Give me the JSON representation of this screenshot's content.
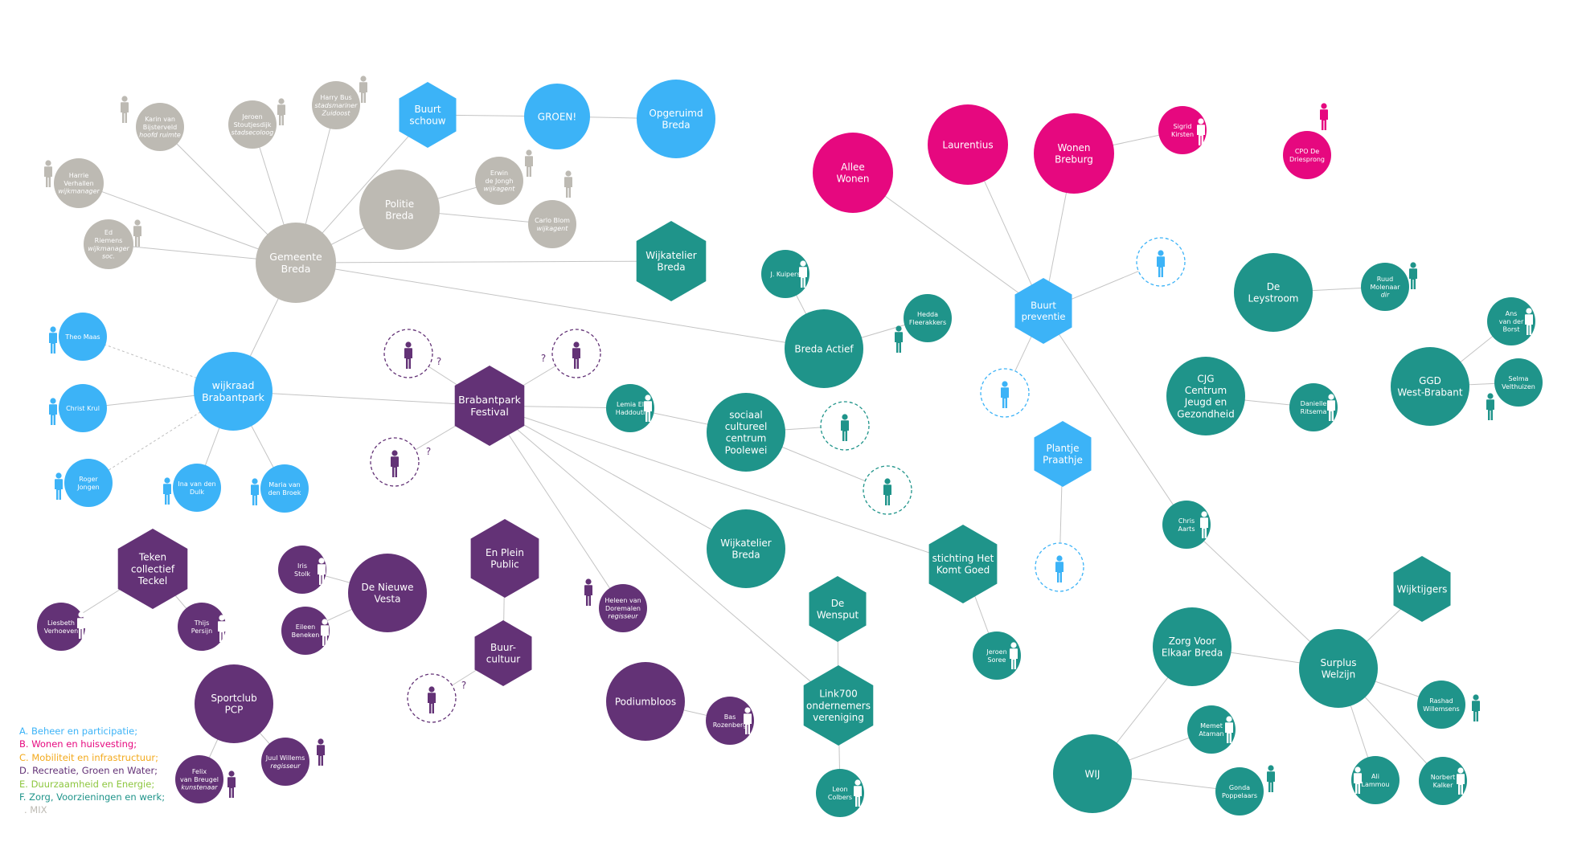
{
  "colors": {
    "gray": "#bdbab3",
    "blue": "#3cb3f7",
    "pink": "#e6087f",
    "purple": "#633276",
    "teal": "#1f948a",
    "line": "#c4c4c4",
    "lineDash": "#bfbfbf",
    "legend_a": "#3cb3f7",
    "legend_b": "#e6087f",
    "legend_c": "#f3aa1d",
    "legend_d": "#633276",
    "legend_e": "#8dc63f",
    "legend_f": "#1f948a",
    "legend_mix": "#bdbab3"
  },
  "legend": [
    {
      "text": "A. Beheer en participatie;",
      "color": "#3cb3f7"
    },
    {
      "text": "B. Wonen en huisvesting;",
      "color": "#e6087f"
    },
    {
      "text": "C. Mobiliteit en infrastructuur;",
      "color": "#f3aa1d"
    },
    {
      "text": "D. Recreatie, Groen en Water;",
      "color": "#633276"
    },
    {
      "text": "E. Duurzaamheid en Energie;",
      "color": "#8dc63f"
    },
    {
      "text": "F. Zorg, Voorzieningen en werk;",
      "color": "#1f948a"
    },
    {
      "text": ". MIX",
      "color": "#bdbab3"
    }
  ],
  "question_mark": "?",
  "nodes": [
    {
      "id": "gemeente",
      "lines": [
        "Gemeente",
        "Breda"
      ],
      "color": "gray"
    },
    {
      "id": "karin",
      "lines": [
        "Karin van",
        "Bijsterveld",
        "hoofd ruimte"
      ],
      "italic": [
        2
      ],
      "color": "gray"
    },
    {
      "id": "jeroen_s",
      "lines": [
        "Jeroen",
        "Stoutjesdijk",
        "stadsecoloog"
      ],
      "italic": [
        2
      ],
      "color": "gray"
    },
    {
      "id": "harry",
      "lines": [
        "Harry Bus",
        "stadsmariner",
        "Zuidoost"
      ],
      "italic": [
        1,
        2
      ],
      "color": "gray"
    },
    {
      "id": "harrie",
      "lines": [
        "Harrie",
        "Verhallen",
        "wijkmanager"
      ],
      "italic": [
        2
      ],
      "color": "gray"
    },
    {
      "id": "ed",
      "lines": [
        "Ed",
        "Riemens",
        "wijkmanager",
        "soc."
      ],
      "italic": [
        2,
        3
      ],
      "color": "gray"
    },
    {
      "id": "politie",
      "lines": [
        "Politie",
        "Breda"
      ],
      "color": "gray"
    },
    {
      "id": "erwin",
      "lines": [
        "Erwin",
        "de Jongh",
        "wijkagent"
      ],
      "italic": [
        2
      ],
      "color": "gray"
    },
    {
      "id": "carlo",
      "lines": [
        "Carlo Blom",
        "wijkagent"
      ],
      "italic": [
        1
      ],
      "color": "gray"
    },
    {
      "id": "buurtschouw",
      "lines": [
        "Buurt",
        "schouw"
      ],
      "color": "blue"
    },
    {
      "id": "groen",
      "lines": [
        "GROEN!"
      ],
      "color": "blue"
    },
    {
      "id": "opgeruimd",
      "lines": [
        "Opgeruimd",
        "Breda"
      ],
      "color": "blue"
    },
    {
      "id": "wijkraad",
      "lines": [
        "wijkraad",
        "Brabantpark"
      ],
      "color": "blue"
    },
    {
      "id": "theo",
      "lines": [
        "Theo Maas"
      ],
      "color": "blue"
    },
    {
      "id": "christ",
      "lines": [
        "Christ Krul"
      ],
      "color": "blue"
    },
    {
      "id": "roger",
      "lines": [
        "Roger",
        "Jongen"
      ],
      "color": "blue"
    },
    {
      "id": "ina",
      "lines": [
        "Ina van den",
        "Dulk"
      ],
      "color": "blue"
    },
    {
      "id": "maria",
      "lines": [
        "Maria van",
        "den Broek"
      ],
      "color": "blue"
    },
    {
      "id": "buurtpreventie",
      "lines": [
        "Buurt",
        "preventie"
      ],
      "color": "blue"
    },
    {
      "id": "plantje",
      "lines": [
        "Plantje",
        "Praathje"
      ],
      "color": "blue"
    },
    {
      "id": "alleewonen",
      "lines": [
        "Allee",
        "Wonen"
      ],
      "color": "pink"
    },
    {
      "id": "laurentius",
      "lines": [
        "Laurentius"
      ],
      "color": "pink"
    },
    {
      "id": "wonenbreburg",
      "lines": [
        "Wonen",
        "Breburg"
      ],
      "color": "pink"
    },
    {
      "id": "sigrid",
      "lines": [
        "Sigrid",
        "Kirsten"
      ],
      "color": "pink"
    },
    {
      "id": "cpo",
      "lines": [
        "CPO De",
        "Driesprong"
      ],
      "color": "pink"
    },
    {
      "id": "festival",
      "lines": [
        "Brabantpark",
        "Festival"
      ],
      "color": "purple"
    },
    {
      "id": "tekencollectief",
      "lines": [
        "Teken",
        "collectief",
        "Teckel"
      ],
      "color": "purple"
    },
    {
      "id": "liesbeth",
      "lines": [
        "Liesbeth",
        "Verhoeven"
      ],
      "color": "purple"
    },
    {
      "id": "thijs",
      "lines": [
        "Thijs",
        "Persijn"
      ],
      "color": "purple"
    },
    {
      "id": "nieuwevesta",
      "lines": [
        "De Nieuwe",
        "Vesta"
      ],
      "color": "purple"
    },
    {
      "id": "iris",
      "lines": [
        "Iris",
        "Stolk"
      ],
      "color": "purple"
    },
    {
      "id": "eileen",
      "lines": [
        "Eileen",
        "Beneken"
      ],
      "color": "purple"
    },
    {
      "id": "enplein",
      "lines": [
        "En Plein",
        "Public"
      ],
      "color": "purple"
    },
    {
      "id": "buurcultuur",
      "lines": [
        "Buur-",
        "cultuur"
      ],
      "color": "purple"
    },
    {
      "id": "heleen",
      "lines": [
        "Heleen van",
        "Doremalen",
        "regisseur"
      ],
      "italic": [
        2
      ],
      "color": "purple"
    },
    {
      "id": "sportclub",
      "lines": [
        "Sportclub",
        "PCP"
      ],
      "color": "purple"
    },
    {
      "id": "juul",
      "lines": [
        "Juul Willems",
        "regisseur"
      ],
      "italic": [
        1
      ],
      "color": "purple"
    },
    {
      "id": "felix",
      "lines": [
        "Felix",
        "van Breugel",
        "kunstenaar"
      ],
      "italic": [
        2
      ],
      "color": "purple"
    },
    {
      "id": "podiumbloos",
      "lines": [
        "Podiumbloos"
      ],
      "color": "purple"
    },
    {
      "id": "bas",
      "lines": [
        "Bas",
        "Rozenberg"
      ],
      "color": "purple"
    },
    {
      "id": "wijkatelier1",
      "lines": [
        "Wijkatelier",
        "Breda"
      ],
      "color": "teal"
    },
    {
      "id": "kuipers",
      "lines": [
        "J. Kuipers"
      ],
      "color": "teal"
    },
    {
      "id": "bredaactief",
      "lines": [
        "Breda Actief"
      ],
      "color": "teal"
    },
    {
      "id": "hedda",
      "lines": [
        "Hedda",
        "Fleerakkers"
      ],
      "color": "teal"
    },
    {
      "id": "lemia",
      "lines": [
        "Lemia El",
        "Haddouti"
      ],
      "color": "teal"
    },
    {
      "id": "sociaal",
      "lines": [
        "sociaal",
        "cultureel",
        "centrum",
        "Poolewei"
      ],
      "color": "teal"
    },
    {
      "id": "wijkatelier2",
      "lines": [
        "Wijkatelier",
        "Breda"
      ],
      "color": "teal"
    },
    {
      "id": "stichting",
      "lines": [
        "stichting Het",
        "Komt Goed"
      ],
      "color": "teal"
    },
    {
      "id": "jeroensoree",
      "lines": [
        "Jeroen",
        "Soree"
      ],
      "color": "teal"
    },
    {
      "id": "wensput",
      "lines": [
        "De",
        "Wensput"
      ],
      "color": "teal"
    },
    {
      "id": "link700",
      "lines": [
        "Link700",
        "ondernemers",
        "vereniging"
      ],
      "color": "teal"
    },
    {
      "id": "leon",
      "lines": [
        "Leon",
        "Colbers"
      ],
      "color": "teal"
    },
    {
      "id": "leystroom",
      "lines": [
        "De",
        "Leystroom"
      ],
      "color": "teal"
    },
    {
      "id": "ruud",
      "lines": [
        "Ruud",
        "Molenaar",
        "dir"
      ],
      "italic": [
        2
      ],
      "color": "teal"
    },
    {
      "id": "cjg",
      "lines": [
        "CJG",
        "Centrum",
        "Jeugd en",
        "Gezondheid"
      ],
      "color": "teal"
    },
    {
      "id": "danielle",
      "lines": [
        "Danielle",
        "Ritsema"
      ],
      "color": "teal"
    },
    {
      "id": "ggd",
      "lines": [
        "GGD",
        "West-Brabant"
      ],
      "color": "teal"
    },
    {
      "id": "ans",
      "lines": [
        "Ans",
        "van der",
        "Borst"
      ],
      "color": "teal"
    },
    {
      "id": "selma",
      "lines": [
        "Selma",
        "Velthuizen"
      ],
      "color": "teal"
    },
    {
      "id": "chris",
      "lines": [
        "Chris",
        "Aarts"
      ],
      "color": "teal"
    },
    {
      "id": "wijktijgers",
      "lines": [
        "Wijktijgers"
      ],
      "color": "teal"
    },
    {
      "id": "zorgvoorelkaar",
      "lines": [
        "Zorg Voor",
        "Elkaar Breda"
      ],
      "color": "teal"
    },
    {
      "id": "surplus",
      "lines": [
        "Surplus",
        "Welzijn"
      ],
      "color": "teal"
    },
    {
      "id": "memet",
      "lines": [
        "Memet",
        "Ataman"
      ],
      "color": "teal"
    },
    {
      "id": "wij",
      "lines": [
        "WIJ"
      ],
      "color": "teal"
    },
    {
      "id": "gonda",
      "lines": [
        "Gonda",
        "Poppelaars"
      ],
      "color": "teal"
    },
    {
      "id": "rashad",
      "lines": [
        "Rashad",
        "Willemsens"
      ],
      "color": "teal"
    },
    {
      "id": "ali",
      "lines": [
        "Ali",
        "Lammou"
      ],
      "color": "teal"
    },
    {
      "id": "norbert",
      "lines": [
        "Norbert",
        "Kalker"
      ],
      "color": "teal"
    }
  ]
}
